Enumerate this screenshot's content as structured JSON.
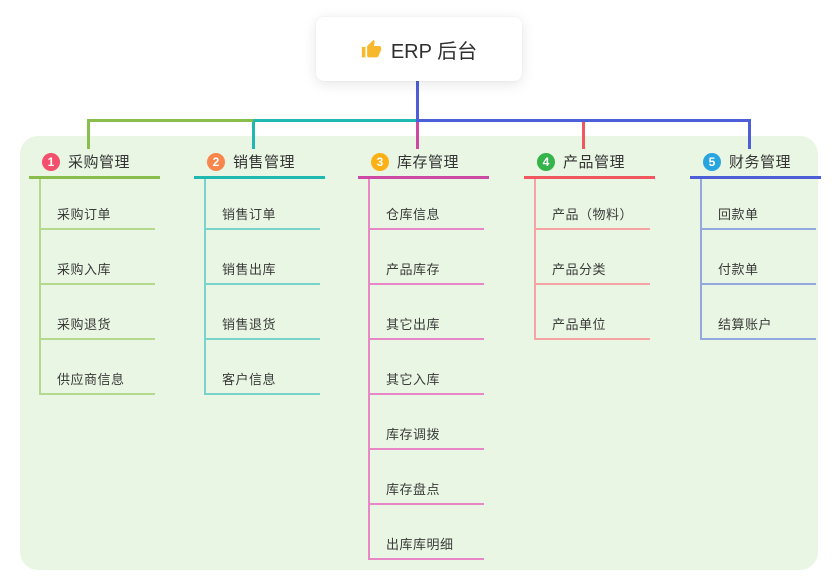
{
  "root": {
    "label": "ERP 后台",
    "icon": "thumbs-up",
    "icon_color": "#F7B92B",
    "line_color": "#4C5FD9"
  },
  "canvas": {
    "background": "#ffffff",
    "panel_color": "#E9F6E3"
  },
  "branches": [
    {
      "number": "1",
      "label": "采购管理",
      "badge_color": "#F2506B",
      "line_color": "#8ABE4C",
      "child_color": "#B5D98C",
      "children": [
        "采购订单",
        "采购入库",
        "采购退货",
        "供应商信息"
      ]
    },
    {
      "number": "2",
      "label": "销售管理",
      "badge_color": "#F8874D",
      "line_color": "#1FB9B1",
      "child_color": "#7AD2CC",
      "children": [
        "销售订单",
        "销售出库",
        "销售退货",
        "客户信息"
      ]
    },
    {
      "number": "3",
      "label": "库存管理",
      "badge_color": "#FBB116",
      "line_color": "#CC4AA3",
      "child_color": "#E887C8",
      "children": [
        "仓库信息",
        "产品库存",
        "其它出库",
        "其它入库",
        "库存调拨",
        "库存盘点",
        "出库库明细"
      ]
    },
    {
      "number": "4",
      "label": "产品管理",
      "badge_color": "#35B44A",
      "line_color": "#F1575E",
      "child_color": "#F6A3A6",
      "children": [
        "产品（物料）",
        "产品分类",
        "产品单位"
      ]
    },
    {
      "number": "5",
      "label": "财务管理",
      "badge_color": "#28A5DF",
      "line_color": "#4C5FD9",
      "child_color": "#93A9DE",
      "children": [
        "回款单",
        "付款单",
        "结算账户"
      ]
    }
  ]
}
